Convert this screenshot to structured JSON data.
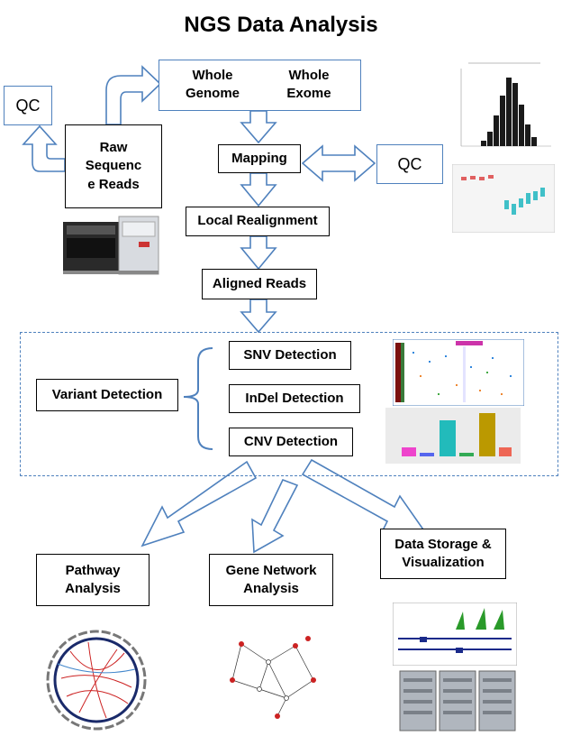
{
  "title": "NGS Data Analysis",
  "nodes": {
    "whole_genome": "Whole\nGenome",
    "whole_exome": "Whole\nExome",
    "qc_left": "QC",
    "qc_right": "QC",
    "raw_reads": "Raw\nSequenc\ne Reads",
    "mapping": "Mapping",
    "local_realignment": "Local Realignment",
    "aligned_reads": "Aligned Reads",
    "variant_detection": "Variant  Detection",
    "snv_detection": "SNV  Detection",
    "indel_detection": "InDel  Detection",
    "cnv_detection": "CNV  Detection",
    "pathway_analysis": "Pathway\nAnalysis",
    "gene_network_analysis": "Gene Network\nAnalysis",
    "data_storage": "Data Storage &\nVisualization"
  },
  "colors": {
    "arrow_stroke": "#4f81bd",
    "box_border": "#000000",
    "dashed_border": "#4f81bd",
    "histogram_bar": "#1a1a1a",
    "boxplot_teal": "#40c0c8",
    "boxplot_red": "#e06060",
    "bar_magenta": "#ee44cc",
    "bar_blue": "#5566ee",
    "bar_teal": "#22bbbb",
    "bar_green": "#33aa55",
    "bar_olive": "#bb9900",
    "bar_salmon": "#ee6655",
    "network_node_red": "#cc2222"
  },
  "images": {
    "sequencer": "sequencer-machine-image",
    "qc_histogram": "gc-content-histogram-image",
    "qc_boxplot": "quality-boxplot-image",
    "snv_heatmap": "snv-mutation-matrix-image",
    "cnv_barchart": "cnv-bar-chart-image",
    "pathway_circos": "circos-plot-image",
    "gene_network": "gene-network-graph-image",
    "genome_browser": "genome-browser-track-image",
    "servers": "storage-server-image"
  }
}
